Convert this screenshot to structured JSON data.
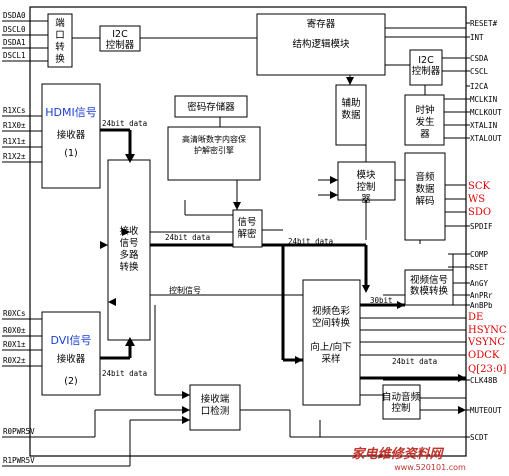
{
  "colors": {
    "signal_red": "#e00000",
    "title_blue": "#1a3fd0",
    "watermark": "#c0342c"
  },
  "left_pins": [
    "DSDA0",
    "DSCL0",
    "DSDA1",
    "DSCL1",
    "R1XCs",
    "R1X0±",
    "R1X1±",
    "R1X2±",
    "R0XCs",
    "R0X0±",
    "R0X1±",
    "R0X2±",
    "R0PWR5V",
    "R1PWR5V"
  ],
  "right_pins": [
    "RESET#",
    "INT",
    "CSDA",
    "CSCL",
    "I2CA",
    "MCLKIN",
    "MCLKOUT",
    "XTALIN",
    "XTALOUT",
    "SPDIF",
    "COMP",
    "RSET",
    "AnGY",
    "AnPRr",
    "AnBPb",
    "CLK48B",
    "MUTEOUT",
    "SCDT"
  ],
  "red_signals": [
    "SCK",
    "WS",
    "SDO",
    "DE",
    "HSYNC",
    "VSYNC",
    "ODCK",
    "Q[23:0]"
  ],
  "blocks": {
    "port_switch": "端口转换",
    "i2c_left": "I2C控制器",
    "register_title": "寄存器",
    "register_body": "结构逻辑模块",
    "i2c_right": "I2C控制器",
    "hdmi_title": "HDMI信号",
    "hdmi_sub": "接收器",
    "hdmi_num": "(1)",
    "key_store": "密码存储器",
    "hdcp": "高清晰数字内容保护解密引擎",
    "aux_data": "辅助数据",
    "clock_gen": "时钟发生器",
    "mux": "接收信号多路转换",
    "module_ctrl": "模块控制器",
    "audio_decode": "音频数据解码",
    "signal_decrypt": "信号解密",
    "video_color": "视频色彩空间转换",
    "video_scale": "向上/向下采样",
    "dac": "视频信号数模转换",
    "dvi_title": "DVI信号",
    "dvi_sub": "接收器",
    "dvi_num": "(2)",
    "port_detect": "接收端口检测",
    "auto_mute": "自动音频控制"
  },
  "bus_labels": [
    "24bit data",
    "24bit data",
    "24bit data",
    "24bit data",
    "24bit data",
    "30bit"
  ],
  "control_label": "控制信号",
  "watermark": {
    "main": "家电维修资料网",
    "url": "www.520101.com"
  }
}
